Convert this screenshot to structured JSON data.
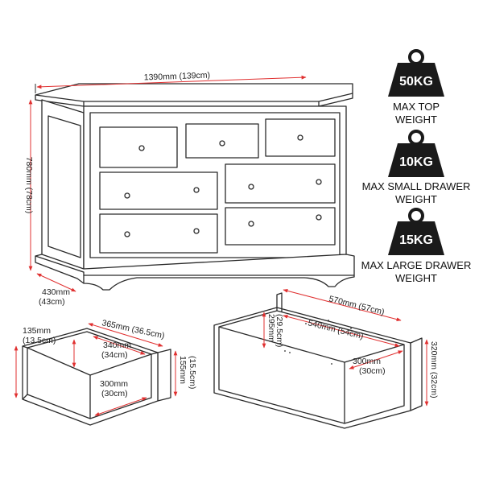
{
  "dresser": {
    "width_label": "1390mm (139cm)",
    "height_label": "780mm (78cm)",
    "depth_label_1": "430mm",
    "depth_label_2": "(43cm)"
  },
  "weights": [
    {
      "value": "50KG",
      "caption_1": "MAX TOP",
      "caption_2": "WEIGHT"
    },
    {
      "value": "10KG",
      "caption_1": "MAX SMALL DRAWER",
      "caption_2": "WEIGHT"
    },
    {
      "value": "15KG",
      "caption_1": "MAX LARGE DRAWER",
      "caption_2": "WEIGHT"
    }
  ],
  "small_drawer": {
    "height_outer_1": "135mm",
    "height_outer_2": "(13.5cm)",
    "width_outer": "365mm (36.5cm)",
    "width_inner_1": "340mm",
    "width_inner_2": "(34cm)",
    "depth_inner_1": "300mm",
    "depth_inner_2": "(30cm)",
    "front_height_1": "155mm",
    "front_height_2": "(15.5cm)"
  },
  "large_drawer": {
    "width_outer": "570mm (57cm)",
    "width_inner": "540mm (54cm)",
    "height_inner_1": "295mm",
    "height_inner_2": "(29.5cm)",
    "depth_inner_1": "300mm",
    "depth_inner_2": "(30cm)",
    "front_height": "320mm (32cm)"
  },
  "colors": {
    "dimension_line": "#e03030",
    "outline": "#2a2a2a",
    "weight_icon": "#1a1a1a"
  }
}
